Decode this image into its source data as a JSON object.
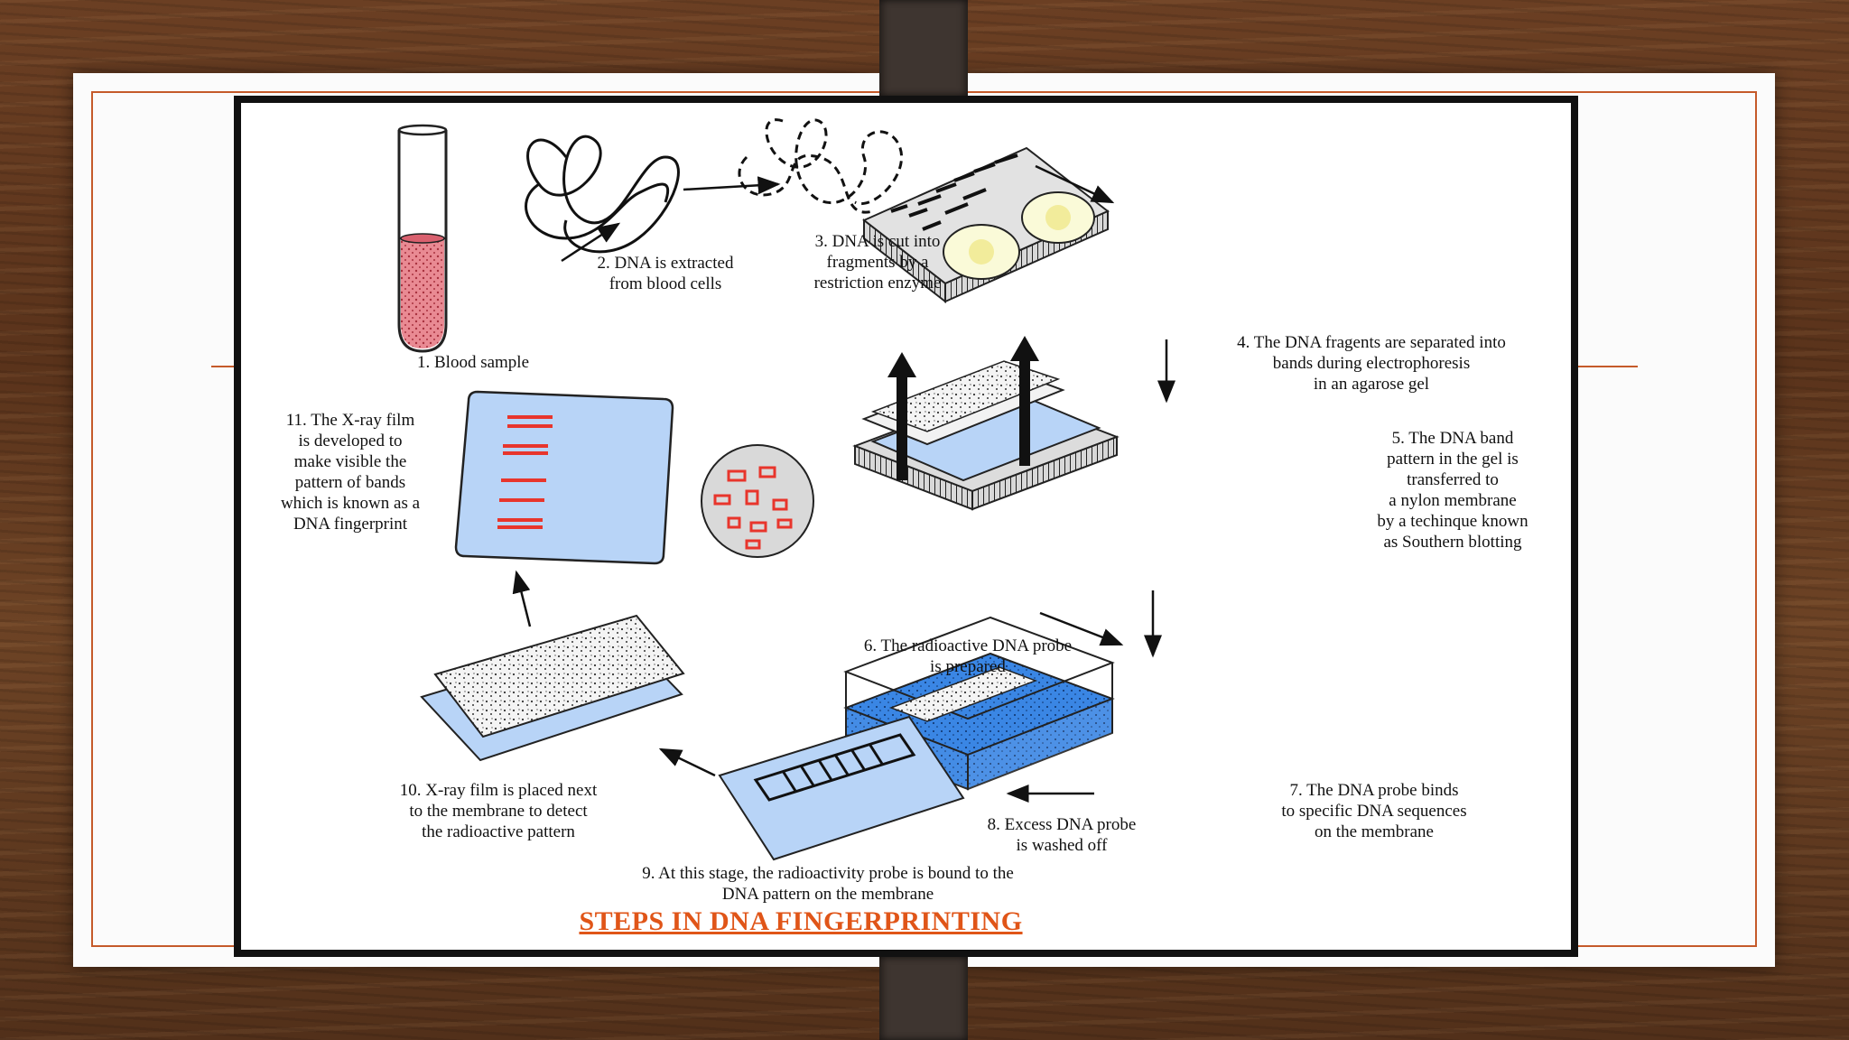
{
  "diagram": {
    "title": "STEPS IN DNA FINGERPRINTING",
    "steps": [
      {
        "text": "1. Blood sample"
      },
      {
        "text": "2. DNA is extracted\nfrom blood cells"
      },
      {
        "text": "3. DNA is cut into\nfragments by a\nrestriction enzyme"
      },
      {
        "text": "4. The DNA fragents are separated into\nbands during electrophoresis\nin an agarose gel"
      },
      {
        "text": "5. The DNA band\npattern in the gel is\ntransferred to\na nylon membrane\nby a techinque known\nas Southern blotting"
      },
      {
        "text": "6. The radioactive DNA probe\nis prepared"
      },
      {
        "text": "7. The DNA probe binds\nto specific DNA sequences\non the membrane"
      },
      {
        "text": "8. Excess DNA probe\nis washed off"
      },
      {
        "text": "9. At this stage, the radioactivity probe is bound to the\nDNA pattern on the membrane"
      },
      {
        "text": "10. X-ray film is placed next\nto the membrane to detect\nthe radioactive pattern"
      },
      {
        "text": "11. The X-ray film\nis developed to\nmake visible the\npattern of bands\nwhich is known as a\nDNA fingerprint"
      }
    ]
  },
  "colors": {
    "accent": "#c55a2a",
    "title": "#e05518",
    "membrane": "#b8d4f7",
    "buffer": "#2f7fe0",
    "bands": "#e8352c",
    "blood": "#d9606e"
  }
}
